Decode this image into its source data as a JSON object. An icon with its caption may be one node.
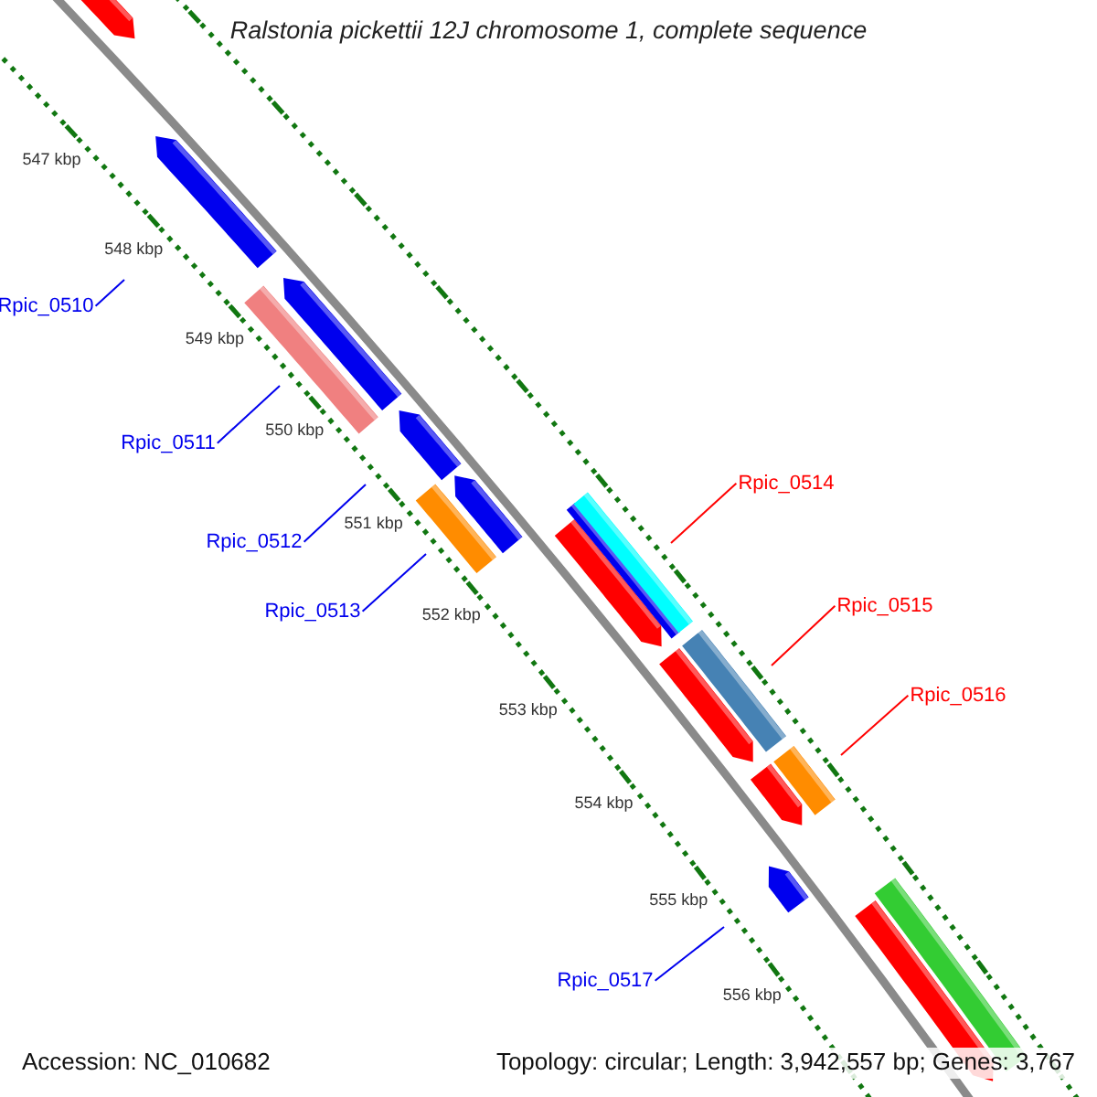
{
  "diagram": {
    "title": "Ralstonia pickettii 12J chromosome 1, complete sequence",
    "nodes": [
      {
        "text": [
          "Rpic_0510"
        ]
      },
      {
        "text": [
          "Rpic_0511"
        ]
      },
      {
        "text": [
          "Rpic_0512"
        ]
      },
      {
        "text": [
          "Rpic_0513"
        ]
      },
      {
        "text": [
          "Rpic_0514"
        ]
      },
      {
        "text": [
          "Rpic_0515"
        ]
      },
      {
        "text": [
          "Rpic_0516"
        ]
      },
      {
        "text": [
          "Rpic_0517"
        ]
      }
    ],
    "edges": [
      {
        "from": 0,
        "to": null,
        "arrow": "none"
      },
      {
        "from": 1,
        "to": null,
        "arrow": "none"
      },
      {
        "from": 2,
        "to": null,
        "arrow": "none"
      },
      {
        "from": 3,
        "to": null,
        "arrow": "none"
      },
      {
        "from": 4,
        "to": null,
        "arrow": "none",
        "color": "#ff0000"
      },
      {
        "from": 5,
        "to": null,
        "arrow": "none",
        "color": "#ff0000"
      },
      {
        "from": 6,
        "to": null,
        "arrow": "none",
        "color": "#ff0000"
      },
      {
        "from": 7,
        "to": null,
        "arrow": "none"
      }
    ],
    "labels": [
      "547 kbp",
      "548 kbp",
      "549 kbp",
      "550 kbp",
      "551 kbp",
      "552 kbp",
      "553 kbp",
      "554 kbp",
      "555 kbp",
      "556 kbp",
      "Accession: NC_010682",
      "Topology: circular; Length: 3,942,557 bp; Genes: 3,767"
    ]
  }
}
